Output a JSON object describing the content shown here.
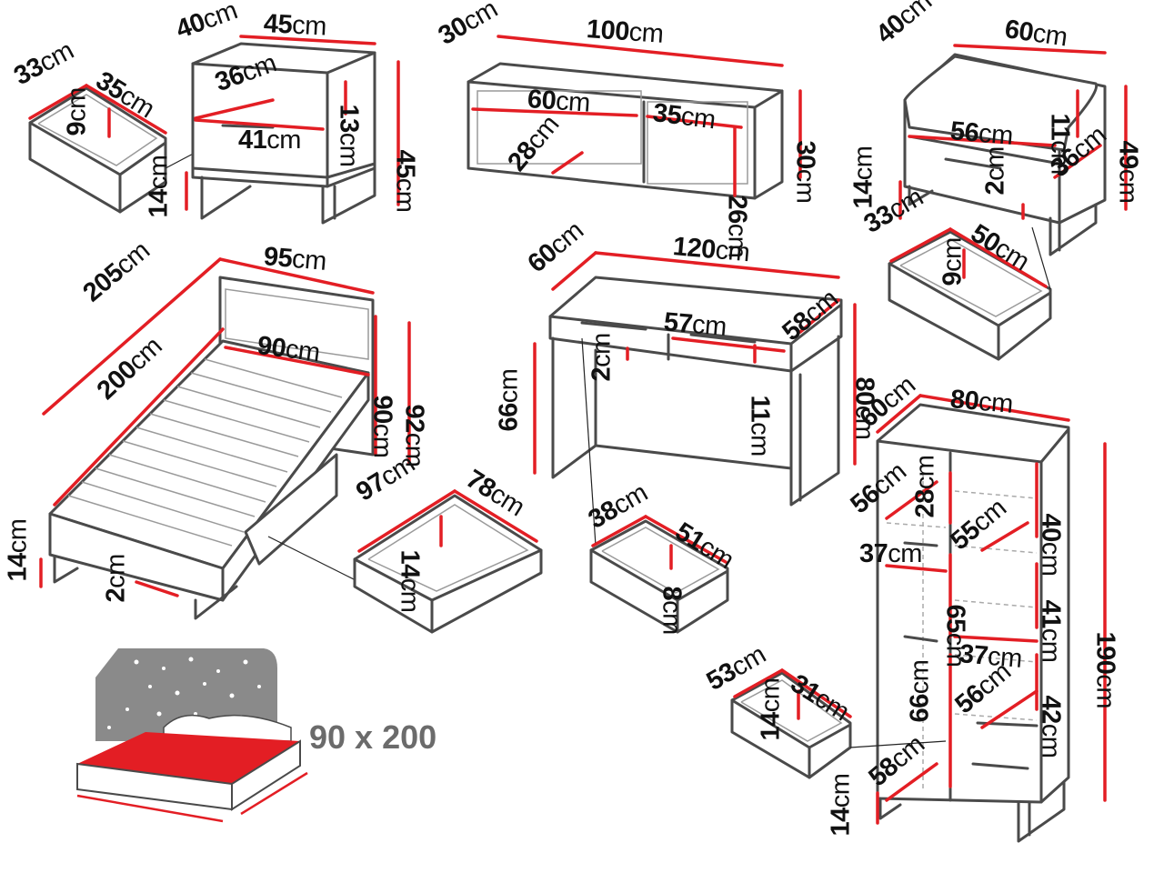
{
  "colors": {
    "accent": "#e31e24",
    "outline": "#4a4a4a",
    "text": "#111111",
    "size_text": "#6b6b6b",
    "panel": "#ffffff",
    "stars_bg": "#8a8a8a"
  },
  "bed_size": "90 x 200",
  "dimensions": {
    "nightstand_drawer": [
      {
        "num": "33",
        "unit": "cm"
      },
      {
        "num": "35",
        "unit": "cm"
      },
      {
        "num": "9",
        "unit": "cm"
      }
    ],
    "nightstand": [
      {
        "num": "40",
        "unit": "cm"
      },
      {
        "num": "45",
        "unit": "cm"
      },
      {
        "num": "36",
        "unit": "cm"
      },
      {
        "num": "13",
        "unit": "cm"
      },
      {
        "num": "45",
        "unit": "cm"
      },
      {
        "num": "41",
        "unit": "cm"
      },
      {
        "num": "14",
        "unit": "cm"
      }
    ],
    "tv_bench": [
      {
        "num": "30",
        "unit": "cm"
      },
      {
        "num": "100",
        "unit": "cm"
      },
      {
        "num": "60",
        "unit": "cm"
      },
      {
        "num": "35",
        "unit": "cm"
      },
      {
        "num": "30",
        "unit": "cm"
      },
      {
        "num": "28",
        "unit": "cm"
      },
      {
        "num": "26",
        "unit": "cm"
      }
    ],
    "dresser": [
      {
        "num": "40",
        "unit": "cm"
      },
      {
        "num": "60",
        "unit": "cm"
      },
      {
        "num": "11",
        "unit": "cm"
      },
      {
        "num": "56",
        "unit": "cm"
      },
      {
        "num": "49",
        "unit": "cm"
      },
      {
        "num": "14",
        "unit": "cm"
      },
      {
        "num": "2",
        "unit": "cm"
      },
      {
        "num": "36",
        "unit": "cm"
      }
    ],
    "dresser_drawer": [
      {
        "num": "33",
        "unit": "cm"
      },
      {
        "num": "50",
        "unit": "cm"
      },
      {
        "num": "9",
        "unit": "cm"
      }
    ],
    "bed": [
      {
        "num": "95",
        "unit": "cm"
      },
      {
        "num": "205",
        "unit": "cm"
      },
      {
        "num": "90",
        "unit": "cm"
      },
      {
        "num": "200",
        "unit": "cm"
      },
      {
        "num": "90",
        "unit": "cm"
      },
      {
        "num": "92",
        "unit": "cm"
      },
      {
        "num": "14",
        "unit": "cm"
      },
      {
        "num": "2",
        "unit": "cm"
      }
    ],
    "bed_drawer": [
      {
        "num": "97",
        "unit": "cm"
      },
      {
        "num": "78",
        "unit": "cm"
      },
      {
        "num": "14",
        "unit": "cm"
      }
    ],
    "desk": [
      {
        "num": "60",
        "unit": "cm"
      },
      {
        "num": "120",
        "unit": "cm"
      },
      {
        "num": "57",
        "unit": "cm"
      },
      {
        "num": "58",
        "unit": "cm"
      },
      {
        "num": "66",
        "unit": "cm"
      },
      {
        "num": "2",
        "unit": "cm"
      },
      {
        "num": "11",
        "unit": "cm"
      },
      {
        "num": "80",
        "unit": "cm"
      }
    ],
    "desk_drawer": [
      {
        "num": "38",
        "unit": "cm"
      },
      {
        "num": "51",
        "unit": "cm"
      },
      {
        "num": "8",
        "unit": "cm"
      }
    ],
    "wardrobe": [
      {
        "num": "60",
        "unit": "cm"
      },
      {
        "num": "80",
        "unit": "cm"
      },
      {
        "num": "56",
        "unit": "cm"
      },
      {
        "num": "28",
        "unit": "cm"
      },
      {
        "num": "40",
        "unit": "cm"
      },
      {
        "num": "37",
        "unit": "cm"
      },
      {
        "num": "55",
        "unit": "cm"
      },
      {
        "num": "65",
        "unit": "cm"
      },
      {
        "num": "41",
        "unit": "cm"
      },
      {
        "num": "190",
        "unit": "cm"
      },
      {
        "num": "37",
        "unit": "cm"
      },
      {
        "num": "42",
        "unit": "cm"
      },
      {
        "num": "56",
        "unit": "cm"
      },
      {
        "num": "66",
        "unit": "cm"
      },
      {
        "num": "58",
        "unit": "cm"
      },
      {
        "num": "14",
        "unit": "cm"
      }
    ],
    "wardrobe_drawer": [
      {
        "num": "53",
        "unit": "cm"
      },
      {
        "num": "31",
        "unit": "cm"
      },
      {
        "num": "14",
        "unit": "cm"
      }
    ]
  }
}
